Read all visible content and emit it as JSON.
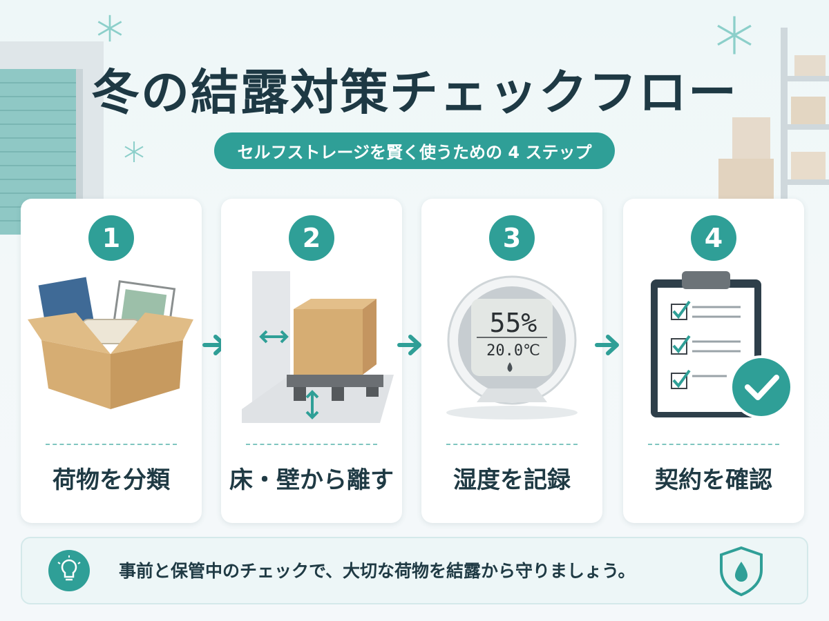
{
  "title": "冬の結露対策チェックフロー",
  "subtitle": "セルフストレージを賢く使うための 4 ステップ",
  "steps": [
    {
      "number": "1",
      "label": "荷物を分類"
    },
    {
      "number": "2",
      "label": "床・壁から離す"
    },
    {
      "number": "3",
      "label": "湿度を記録"
    },
    {
      "number": "4",
      "label": "契約を確認"
    }
  ],
  "hygrometer": {
    "humidity": "55%",
    "temperature": "20.0℃"
  },
  "footer": {
    "text": "事前と保管中のチェックで、大切な荷物を結露から守りましょう。"
  },
  "colors": {
    "accent": "#2f9f97",
    "title": "#1e3944",
    "cardborder": "#7ec5bf"
  },
  "icons": [
    "snowflake-icon",
    "arrow-right-icon",
    "lightbulb-icon",
    "shield-water-drop-icon",
    "checkmark-icon"
  ]
}
